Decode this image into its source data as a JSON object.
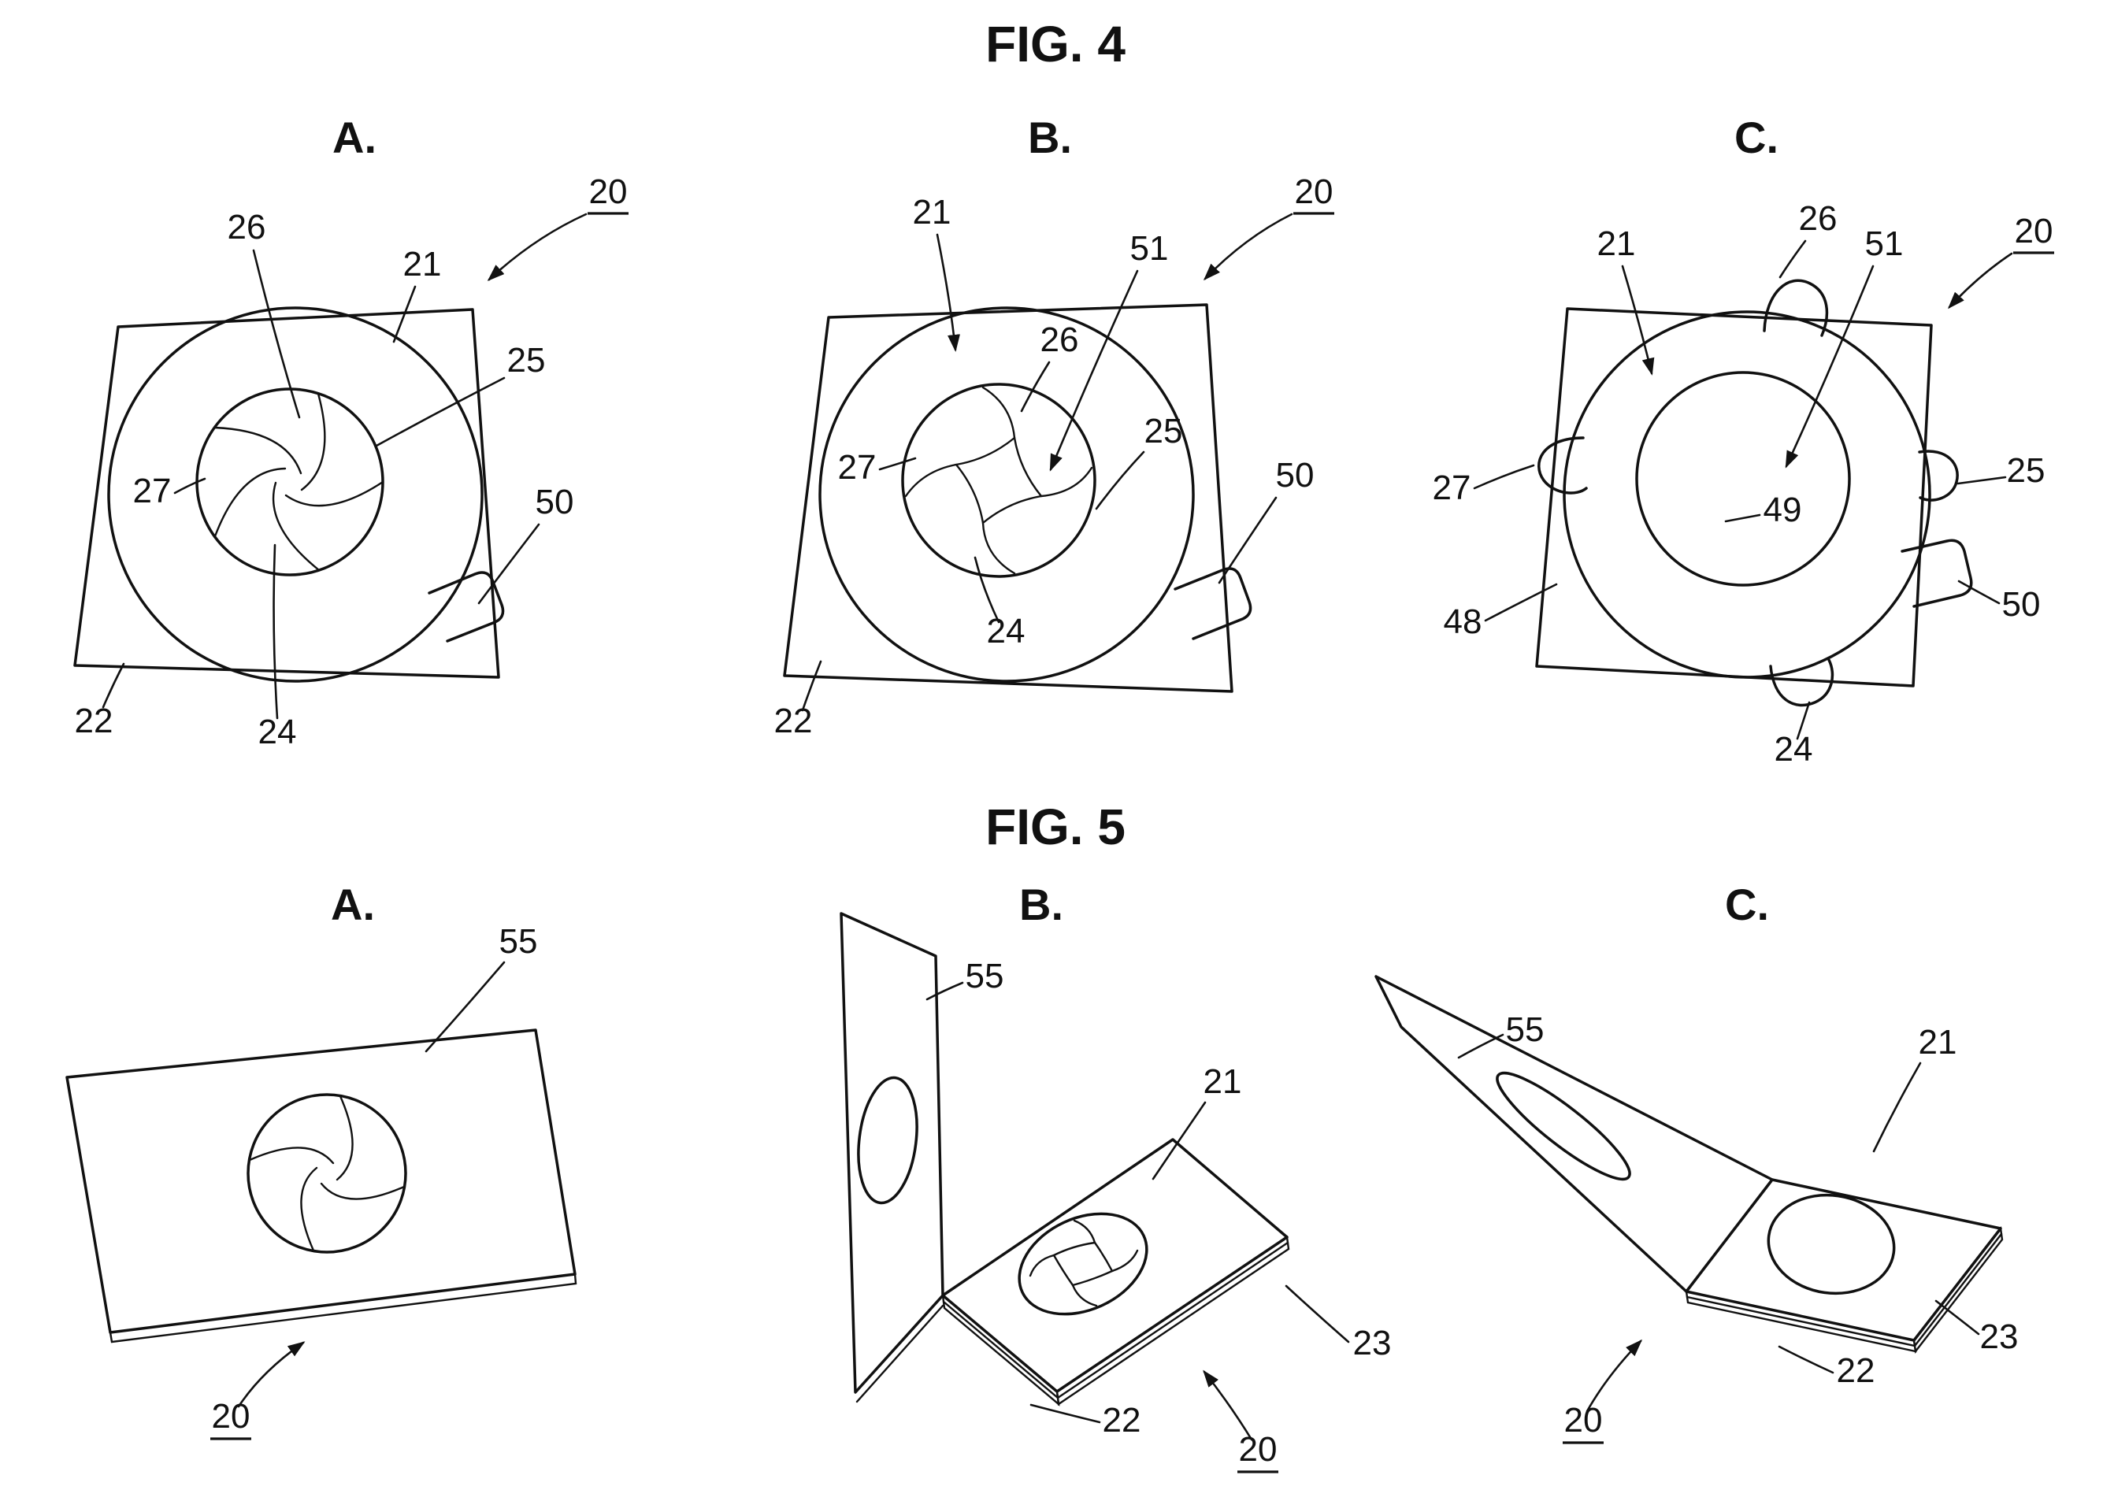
{
  "fig4": {
    "title": "FIG. 4",
    "a": {
      "label": "A.",
      "n20": "20",
      "n21": "21",
      "n22": "22",
      "n24": "24",
      "n25": "25",
      "n26": "26",
      "n27": "27",
      "n50": "50"
    },
    "b": {
      "label": "B.",
      "n20": "20",
      "n21": "21",
      "n22": "22",
      "n24": "24",
      "n25": "25",
      "n26": "26",
      "n27": "27",
      "n50": "50",
      "n51": "51"
    },
    "c": {
      "label": "C.",
      "n20": "20",
      "n21": "21",
      "n24": "24",
      "n25": "25",
      "n26": "26",
      "n27": "27",
      "n48": "48",
      "n49": "49",
      "n50": "50",
      "n51": "51"
    }
  },
  "fig5": {
    "title": "FIG. 5",
    "a": {
      "label": "A.",
      "n20": "20",
      "n55": "55"
    },
    "b": {
      "label": "B.",
      "n20": "20",
      "n21": "21",
      "n22": "22",
      "n23": "23",
      "n55": "55"
    },
    "c": {
      "label": "C.",
      "n20": "20",
      "n21": "21",
      "n22": "22",
      "n23": "23",
      "n55": "55"
    }
  }
}
